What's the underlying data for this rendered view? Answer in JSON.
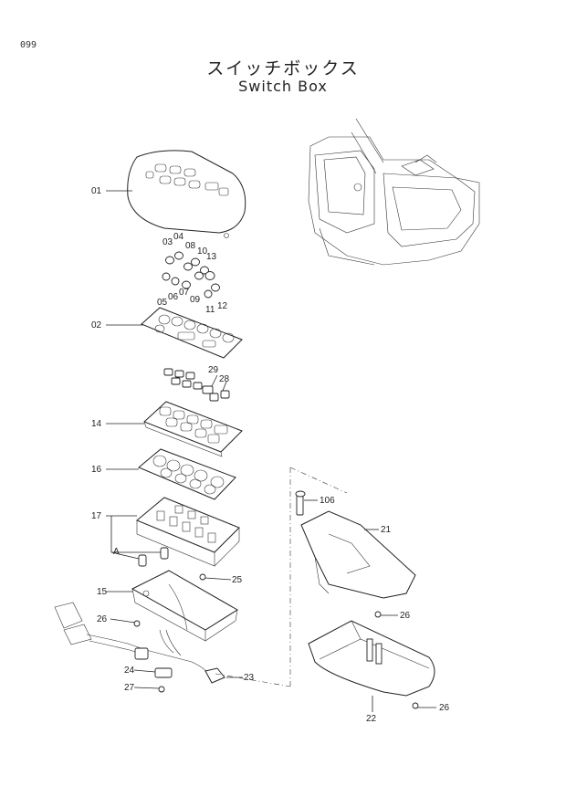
{
  "page": {
    "number": "099"
  },
  "title": {
    "japanese": "スイッチボックス",
    "english": "Switch Box"
  },
  "callouts": [
    {
      "id": "01"
    },
    {
      "id": "02"
    },
    {
      "id": "03"
    },
    {
      "id": "04"
    },
    {
      "id": "05"
    },
    {
      "id": "06"
    },
    {
      "id": "07"
    },
    {
      "id": "08"
    },
    {
      "id": "09"
    },
    {
      "id": "10"
    },
    {
      "id": "11"
    },
    {
      "id": "12"
    },
    {
      "id": "13"
    },
    {
      "id": "14"
    },
    {
      "id": "15"
    },
    {
      "id": "16"
    },
    {
      "id": "17"
    },
    {
      "id": "21"
    },
    {
      "id": "22"
    },
    {
      "id": "23"
    },
    {
      "id": "24"
    },
    {
      "id": "25"
    },
    {
      "id": "26"
    },
    {
      "id": "27"
    },
    {
      "id": "28"
    },
    {
      "id": "29"
    },
    {
      "id": "106"
    },
    {
      "id": "A"
    }
  ]
}
